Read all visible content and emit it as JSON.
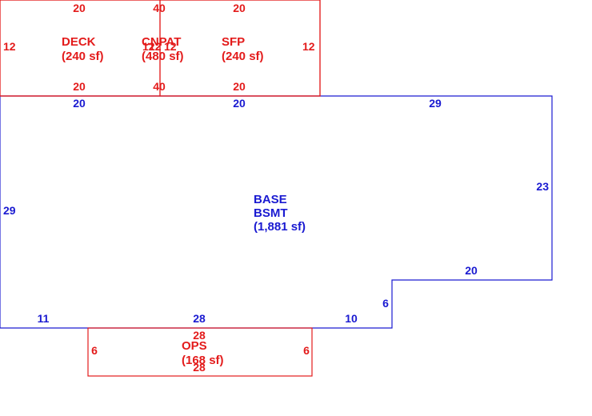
{
  "colors": {
    "red": "#e31b1b",
    "blue": "#1a1ad1"
  },
  "areas": {
    "deck": {
      "name": "DECK",
      "area": "(240 sf)",
      "dims": {
        "top": "20",
        "bottom": "20",
        "left": "12",
        "right": "12"
      }
    },
    "cnpat": {
      "name": "CNPAT",
      "area": "(480 sf)",
      "dims": {
        "top": "40",
        "bottom": "40",
        "left": "12",
        "right": "12"
      }
    },
    "sfp": {
      "name": "SFP",
      "area": "(240 sf)",
      "dims": {
        "top": "20",
        "bottom": "20",
        "right": "12"
      }
    },
    "base": {
      "name": "BASE",
      "sub": "BSMT",
      "area": "(1,881 sf)",
      "dims": {
        "top_left": "20",
        "top_mid": "20",
        "top_right": "29",
        "right": "23",
        "step_top": "20",
        "step_side": "6",
        "bottom_right": "10",
        "bottom_mid": "28",
        "bottom_left": "11",
        "left": "29"
      }
    },
    "ops": {
      "name": "OPS",
      "area": "(168 sf)",
      "dims": {
        "top": "28",
        "bottom": "28",
        "left": "6",
        "right": "6"
      }
    }
  }
}
